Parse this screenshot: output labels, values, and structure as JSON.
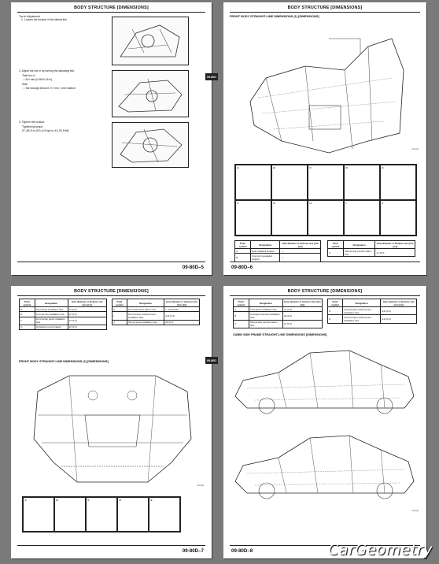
{
  "pages": [
    {
      "header": "BODY STRUCTURE [DIMENSIONS]",
      "footer": "09-80D–5",
      "tab": "09-80D",
      "steps": [
        {
          "title": "Toe-in Adjustment",
          "lines": [
            "1. Loosen the locknut of the lateral link."
          ]
        },
        {
          "lines": [
            "2. Adjust the toe-in by turning the adjusting link.",
            "Total toe-in",
            "• 3±4 mm {0.08±0.16 in}",
            "Note",
            "• Toe change amount: 0.7 mm / one rotation"
          ]
        },
        {
          "lines": [
            "3. Tighten the locknut.",
            "Tightening torque",
            "57–68 N·m {5.9–6.9 kgf·m, 43–50 ft·lbf}"
          ]
        }
      ]
    },
    {
      "header": "BODY STRUCTURE [DIMENSIONS]",
      "footer": "09-80D–6",
      "section": "FRONT BODY STRAIGHT-LINE DIMENSIONS (1) [DIMENSIONS]",
      "unit": "mm {in}",
      "cells": [
        "A",
        "B",
        "C",
        "D",
        "E",
        "F",
        "G",
        "H",
        "I",
        "J"
      ],
      "table": {
        "headers": [
          "Point symbol",
          "Designation",
          "Hole diameter or fastener size (mm {in})"
        ],
        "rows_left": [
          [
            "A",
            "Rear seatback location",
            "—"
          ],
          [
            "B",
            "Front air propagation location",
            "—"
          ]
        ],
        "rows_right": [
          [
            "C",
            "Shroud side member datum hole",
            "ø7 {0.3}"
          ]
        ]
      }
    },
    {
      "header": "BODY STRUCTURE [DIMENSIONS]",
      "footer": "09-80D–7",
      "tab": "09-80D",
      "section": "FRONT BODY STRAIGHT-LINE DIMENSIONS (2) [DIMENSIONS]",
      "unit": "mm {in}",
      "cells": [
        "A",
        "B",
        "C",
        "D",
        "E"
      ],
      "table": {
        "headers": [
          "Point symbol",
          "Designation",
          "Hole diameter or fastener size (mm {in})"
        ],
        "rows_left": [
          [
            "D",
            "Hood hinge installation hole",
            "ø7 {0.3}"
          ],
          [
            "E",
            "LH Fuse box installation hole",
            "ø7 {0.3}"
          ],
          [
            "F",
            "Front fender panel installation hole",
            "ø7 {0.3}"
          ],
          [
            "G",
            "LH Engine mount bracket",
            "ø7 {0.3}"
          ]
        ],
        "rows_right": [
          [
            "H",
            "Front side frame datum hole",
            "L: ø10 {0.39}"
          ],
          [
            "I",
            "Front bumper reinforcement installation hole",
            "ø10 {0.4}"
          ],
          [
            "J",
            "Shroud panel installation hole",
            "ø5 {0.2}"
          ]
        ]
      }
    },
    {
      "header": "BODY STRUCTURE [DIMENSIONS]",
      "footer": "09-80D–8",
      "section": "CABIN SIDE FRAME STRAIGHT-LINE DIMENSIONS [DIMENSIONS]",
      "unit": "mm {in}",
      "table": {
        "headers": [
          "Point symbol",
          "Designation",
          "Hole diameter or fastener size (mm {in})"
        ],
        "rows_left": [
          [
            "A",
            "Cowl panel installation hole",
            "ø7 {0.3}"
          ],
          [
            "B",
            "LH Engine harness installation hole",
            "ø5 {0.2}"
          ],
          [
            "C",
            "Shroud side member datum hole",
            "ø7 {0.3}"
          ]
        ],
        "rows_right": [
          [
            "D",
            "Front bumper reinforcement installation hole",
            "ø10 {0.4}"
          ],
          [
            "E",
            "Front bumper reinforcement installation hole",
            "ø10 {0.4}"
          ]
        ]
      }
    }
  ],
  "watermark": "CarGeometry"
}
